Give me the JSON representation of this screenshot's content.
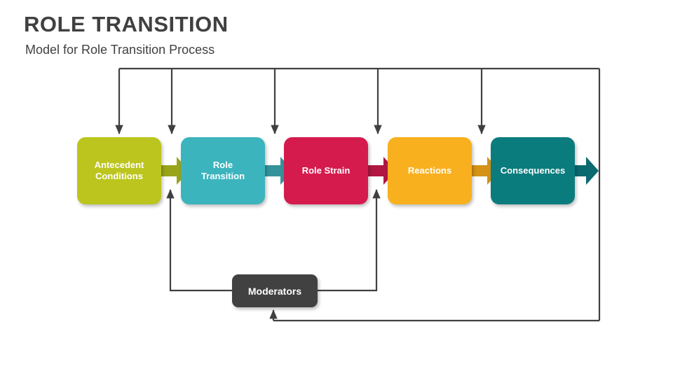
{
  "slide": {
    "title": "ROLE TRANSITION",
    "subtitle": "Model for Role Transition Process",
    "background_color": "#FFFFFF",
    "title_color": "#404040"
  },
  "diagram": {
    "type": "process-flow",
    "connector_color": "#404040",
    "stages": [
      {
        "id": "antecedent-conditions",
        "label": "Antecedent Conditions",
        "line1": "Antecedent",
        "line2": "Conditions",
        "color": "#BCC51E",
        "arrow_color": "#9AA41A",
        "order": 1
      },
      {
        "id": "role-transition",
        "label": "Role Transition",
        "line1": "Role",
        "line2": "Transition",
        "color": "#3CB4BE",
        "arrow_color": "#35929B",
        "order": 2
      },
      {
        "id": "role-strain",
        "label": "Role Strain",
        "line1": "Role Strain",
        "line2": "",
        "color": "#D51B4E",
        "arrow_color": "#B01743",
        "order": 3
      },
      {
        "id": "reactions",
        "label": "Reactions",
        "line1": "Reactions",
        "line2": "",
        "color": "#F9B01E",
        "arrow_color": "#D49216",
        "order": 4
      },
      {
        "id": "consequences",
        "label": "Consequences",
        "line1": "Consequences",
        "line2": "",
        "color": "#0B7C7E",
        "arrow_color": "#0B6A70",
        "order": 5
      }
    ],
    "moderators": {
      "id": "moderators",
      "label": "Moderators",
      "color": "#414141"
    },
    "feedback_notes": {
      "top_loop": "Feedback from Consequences back to all five stages",
      "bottom_loop": "Feedback from Consequences into Moderators",
      "moderator_links": "Moderators influence Role Transition and Role Strain"
    }
  },
  "chart_data": {
    "type": "diagram",
    "title": "ROLE TRANSITION",
    "subtitle": "Model for Role Transition Process",
    "nodes": [
      "Antecedent Conditions",
      "Role Transition",
      "Role Strain",
      "Reactions",
      "Consequences",
      "Moderators"
    ],
    "edges": [
      {
        "from": "Antecedent Conditions",
        "to": "Role Transition",
        "style": "block-arrow"
      },
      {
        "from": "Role Transition",
        "to": "Role Strain",
        "style": "block-arrow"
      },
      {
        "from": "Role Strain",
        "to": "Reactions",
        "style": "block-arrow"
      },
      {
        "from": "Reactions",
        "to": "Consequences",
        "style": "block-arrow"
      },
      {
        "from": "Consequences",
        "to": "output",
        "style": "block-arrow"
      },
      {
        "from": "Consequences",
        "to": "Antecedent Conditions",
        "style": "feedback-top"
      },
      {
        "from": "Consequences",
        "to": "Role Transition",
        "style": "feedback-top"
      },
      {
        "from": "Consequences",
        "to": "Role Strain",
        "style": "feedback-top"
      },
      {
        "from": "Consequences",
        "to": "Reactions",
        "style": "feedback-top"
      },
      {
        "from": "Consequences",
        "to": "Consequences",
        "style": "feedback-top"
      },
      {
        "from": "Consequences",
        "to": "Moderators",
        "style": "feedback-bottom"
      },
      {
        "from": "Moderators",
        "to": "Role Transition",
        "style": "moderator-link"
      },
      {
        "from": "Moderators",
        "to": "Role Strain",
        "style": "moderator-link"
      }
    ]
  }
}
